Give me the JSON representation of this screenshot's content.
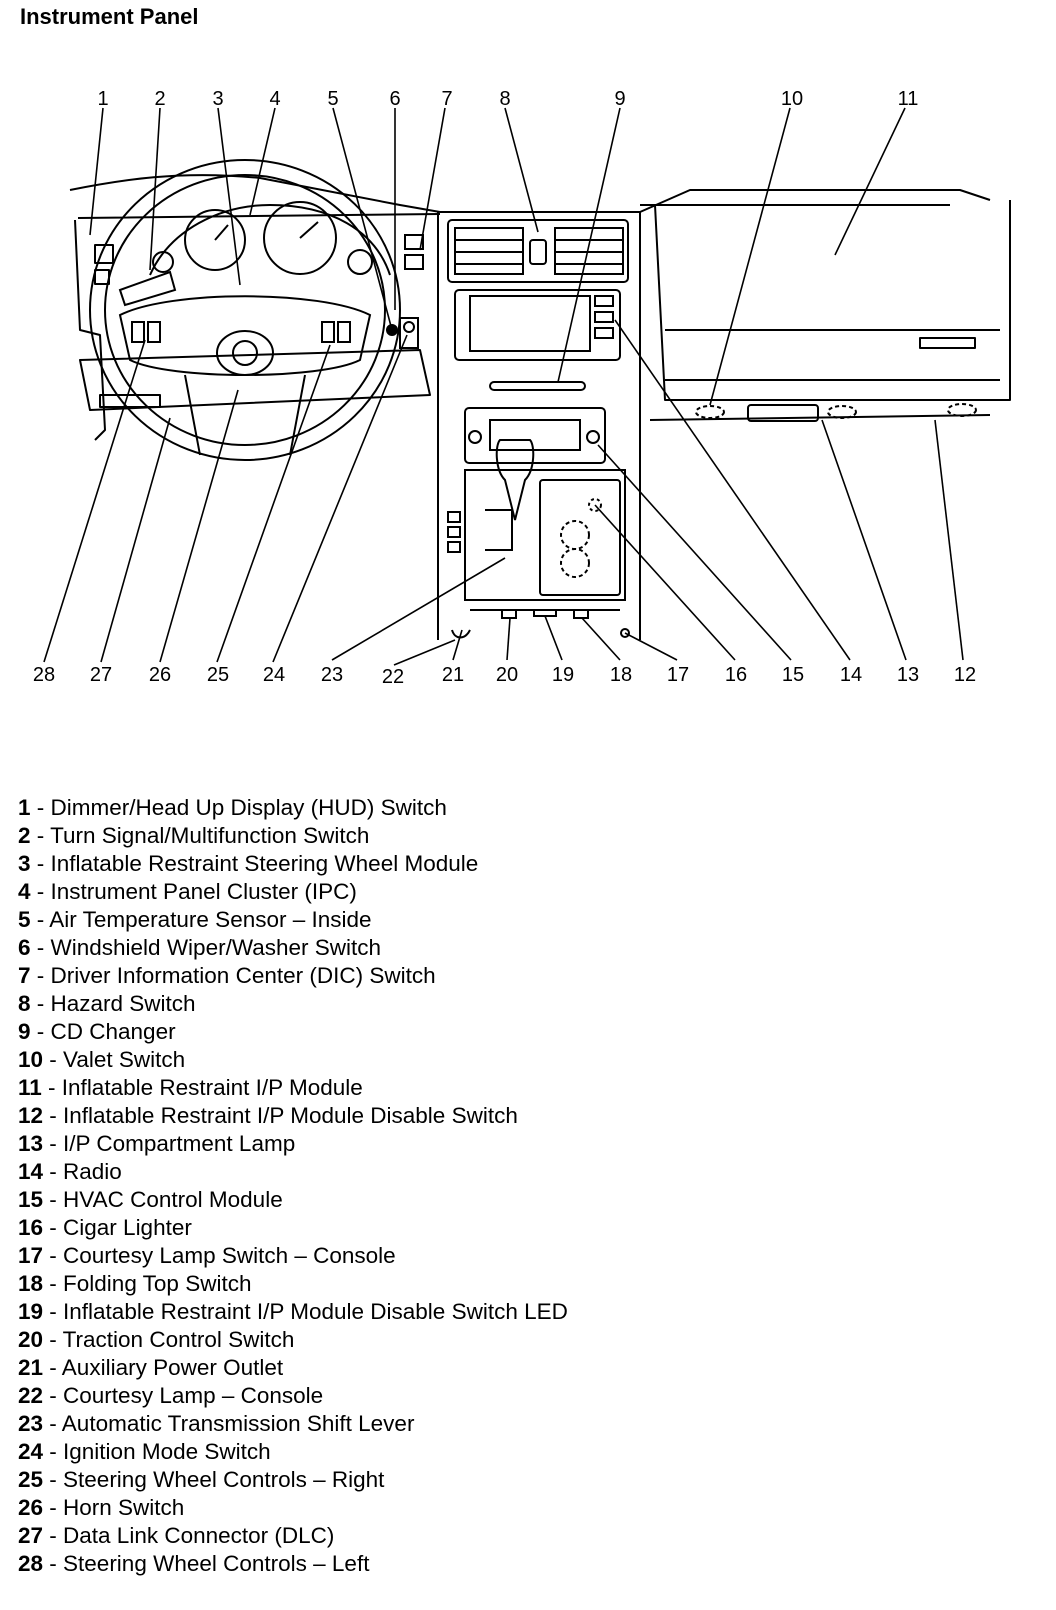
{
  "title": "Instrument Panel",
  "callouts": [
    {
      "num": "1",
      "label": "Dimmer/Head Up Display (HUD) Switch"
    },
    {
      "num": "2",
      "label": "Turn Signal/Multifunction Switch"
    },
    {
      "num": "3",
      "label": "Inflatable Restraint Steering Wheel Module"
    },
    {
      "num": "4",
      "label": "Instrument Panel Cluster (IPC)"
    },
    {
      "num": "5",
      "label": "Air Temperature Sensor – Inside"
    },
    {
      "num": "6",
      "label": "Windshield Wiper/Washer Switch"
    },
    {
      "num": "7",
      "label": "Driver Information Center (DIC) Switch"
    },
    {
      "num": "8",
      "label": "Hazard Switch"
    },
    {
      "num": "9",
      "label": "CD Changer"
    },
    {
      "num": "10",
      "label": "Valet Switch"
    },
    {
      "num": "11",
      "label": "Inflatable Restraint I/P Module"
    },
    {
      "num": "12",
      "label": "Inflatable Restraint I/P Module Disable Switch"
    },
    {
      "num": "13",
      "label": "I/P Compartment Lamp"
    },
    {
      "num": "14",
      "label": "Radio"
    },
    {
      "num": "15",
      "label": "HVAC Control Module"
    },
    {
      "num": "16",
      "label": "Cigar Lighter"
    },
    {
      "num": "17",
      "label": "Courtesy Lamp Switch – Console"
    },
    {
      "num": "18",
      "label": "Folding Top Switch"
    },
    {
      "num": "19",
      "label": "Inflatable Restraint I/P Module Disable Switch LED"
    },
    {
      "num": "20",
      "label": "Traction Control Switch"
    },
    {
      "num": "21",
      "label": "Auxiliary Power Outlet"
    },
    {
      "num": "22",
      "label": "Courtesy Lamp – Console"
    },
    {
      "num": "23",
      "label": "Automatic Transmission Shift Lever"
    },
    {
      "num": "24",
      "label": "Ignition Mode Switch"
    },
    {
      "num": "25",
      "label": "Steering Wheel Controls – Right"
    },
    {
      "num": "26",
      "label": "Horn Switch"
    },
    {
      "num": "27",
      "label": "Data Link Connector (DLC)"
    },
    {
      "num": "28",
      "label": "Steering Wheel Controls – Left"
    }
  ],
  "separator": " - "
}
